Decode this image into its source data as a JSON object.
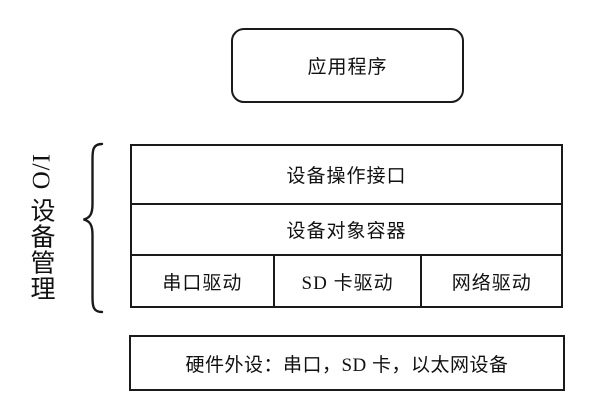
{
  "colors": {
    "line": "#1a1a1a",
    "text": "#111111",
    "background": "#ffffff"
  },
  "top_box": {
    "label": "应用程序"
  },
  "side_label": "I/O 设备管理",
  "stack": {
    "rows": [
      {
        "cells": [
          {
            "label": "设备操作接口"
          }
        ]
      },
      {
        "cells": [
          {
            "label": "设备对象容器"
          }
        ]
      },
      {
        "cells": [
          {
            "label": "串口驱动"
          },
          {
            "label": "SD 卡驱动"
          },
          {
            "label": "网络驱动"
          }
        ]
      }
    ]
  },
  "bottom_box": {
    "label": "硬件外设：串口，SD 卡，以太网设备"
  }
}
